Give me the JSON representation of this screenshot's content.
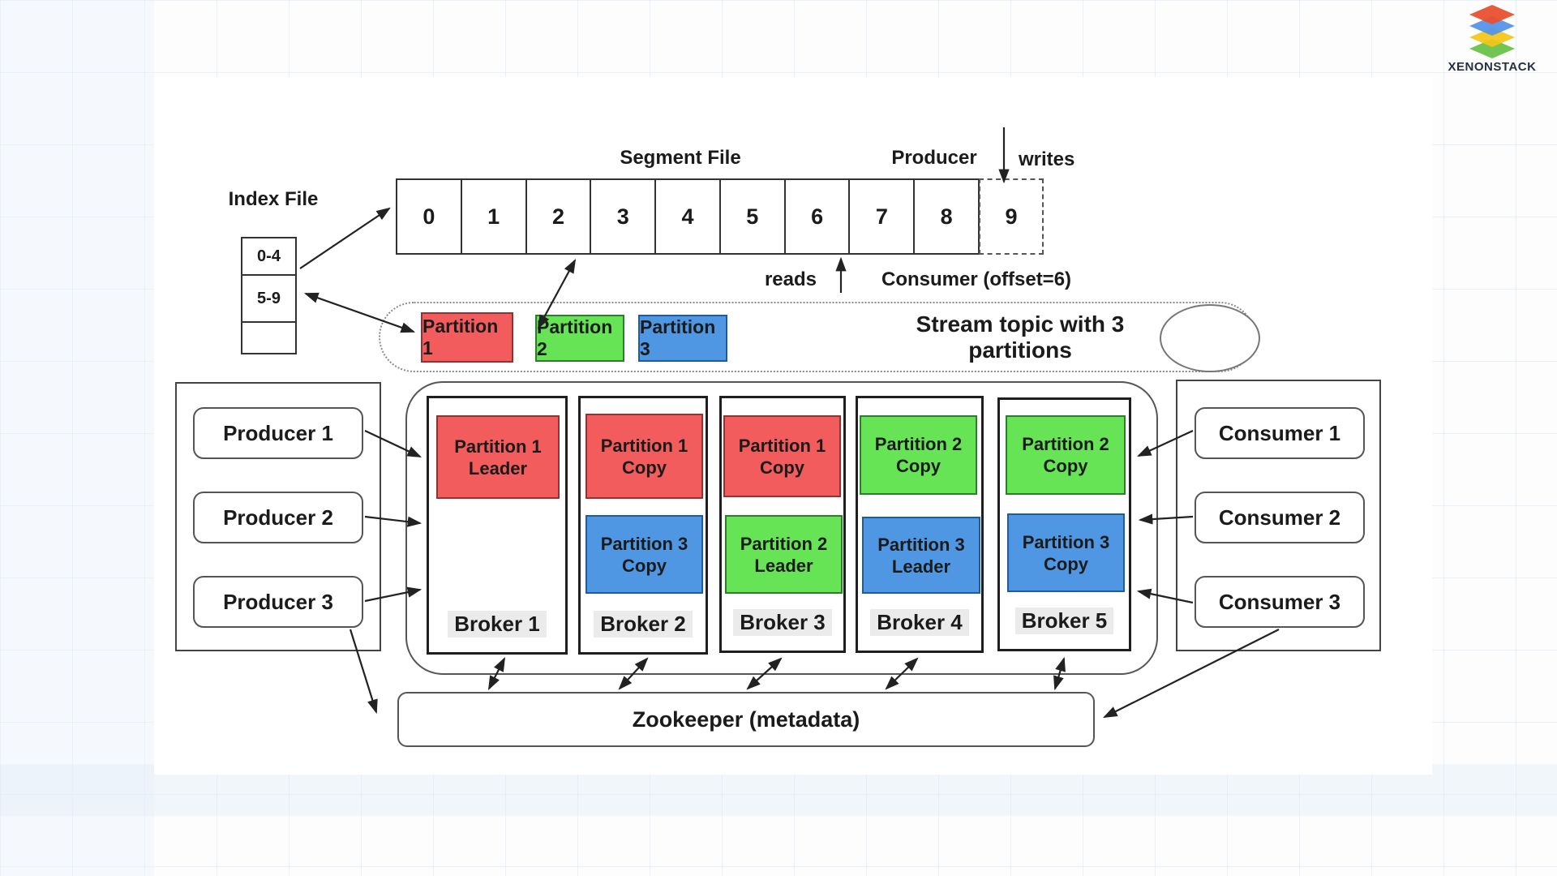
{
  "brand": {
    "name": "XENONSTACK"
  },
  "index_file": {
    "title": "Index File",
    "rows": [
      "0-4",
      "5-9",
      ""
    ]
  },
  "segment_file": {
    "title": "Segment File",
    "cells": [
      "0",
      "1",
      "2",
      "3",
      "4",
      "5",
      "6",
      "7",
      "8",
      "9"
    ],
    "producer_label": "Producer",
    "writes_label": "writes",
    "reads_label": "reads",
    "consumer_label": "Consumer (offset=6)"
  },
  "stream_topic": {
    "caption": "Stream topic with 3 partitions",
    "partitions": [
      {
        "label": "Partition 1",
        "color": "#f25c5c"
      },
      {
        "label": "Partition 2",
        "color": "#66e455"
      },
      {
        "label": "Partition 3",
        "color": "#4f97e3"
      }
    ]
  },
  "producers": [
    {
      "label": "Producer 1"
    },
    {
      "label": "Producer 2"
    },
    {
      "label": "Producer 3"
    }
  ],
  "consumers": [
    {
      "label": "Consumer 1"
    },
    {
      "label": "Consumer 2"
    },
    {
      "label": "Consumer 3"
    }
  ],
  "brokers": [
    {
      "label": "Broker 1",
      "partitions": [
        {
          "name": "Partition 1",
          "role": "Leader",
          "color": "#f25c5c"
        }
      ]
    },
    {
      "label": "Broker 2",
      "partitions": [
        {
          "name": "Partition 1",
          "role": "Copy",
          "color": "#f25c5c"
        },
        {
          "name": "Partition 3",
          "role": "Copy",
          "color": "#4f97e3"
        }
      ]
    },
    {
      "label": "Broker 3",
      "partitions": [
        {
          "name": "Partition 1",
          "role": "Copy",
          "color": "#f25c5c"
        },
        {
          "name": "Partition 2",
          "role": "Leader",
          "color": "#66e455"
        }
      ]
    },
    {
      "label": "Broker 4",
      "partitions": [
        {
          "name": "Partition 2",
          "role": "Copy",
          "color": "#66e455"
        },
        {
          "name": "Partition 3",
          "role": "Leader",
          "color": "#4f97e3"
        }
      ]
    },
    {
      "label": "Broker 5",
      "partitions": [
        {
          "name": "Partition 2",
          "role": "Copy",
          "color": "#66e455"
        },
        {
          "name": "Partition 3",
          "role": "Copy",
          "color": "#4f97e3"
        }
      ]
    }
  ],
  "zookeeper": {
    "label": "Zookeeper (metadata)"
  },
  "colors": {
    "partition_red": "#f25c5c",
    "partition_green": "#66e455",
    "partition_blue": "#4f97e3",
    "logo_red": "#e8502f",
    "logo_blue": "#4f93e8",
    "logo_yellow": "#f3c613",
    "logo_green": "#6cc24a",
    "logo_text": "#263042"
  }
}
